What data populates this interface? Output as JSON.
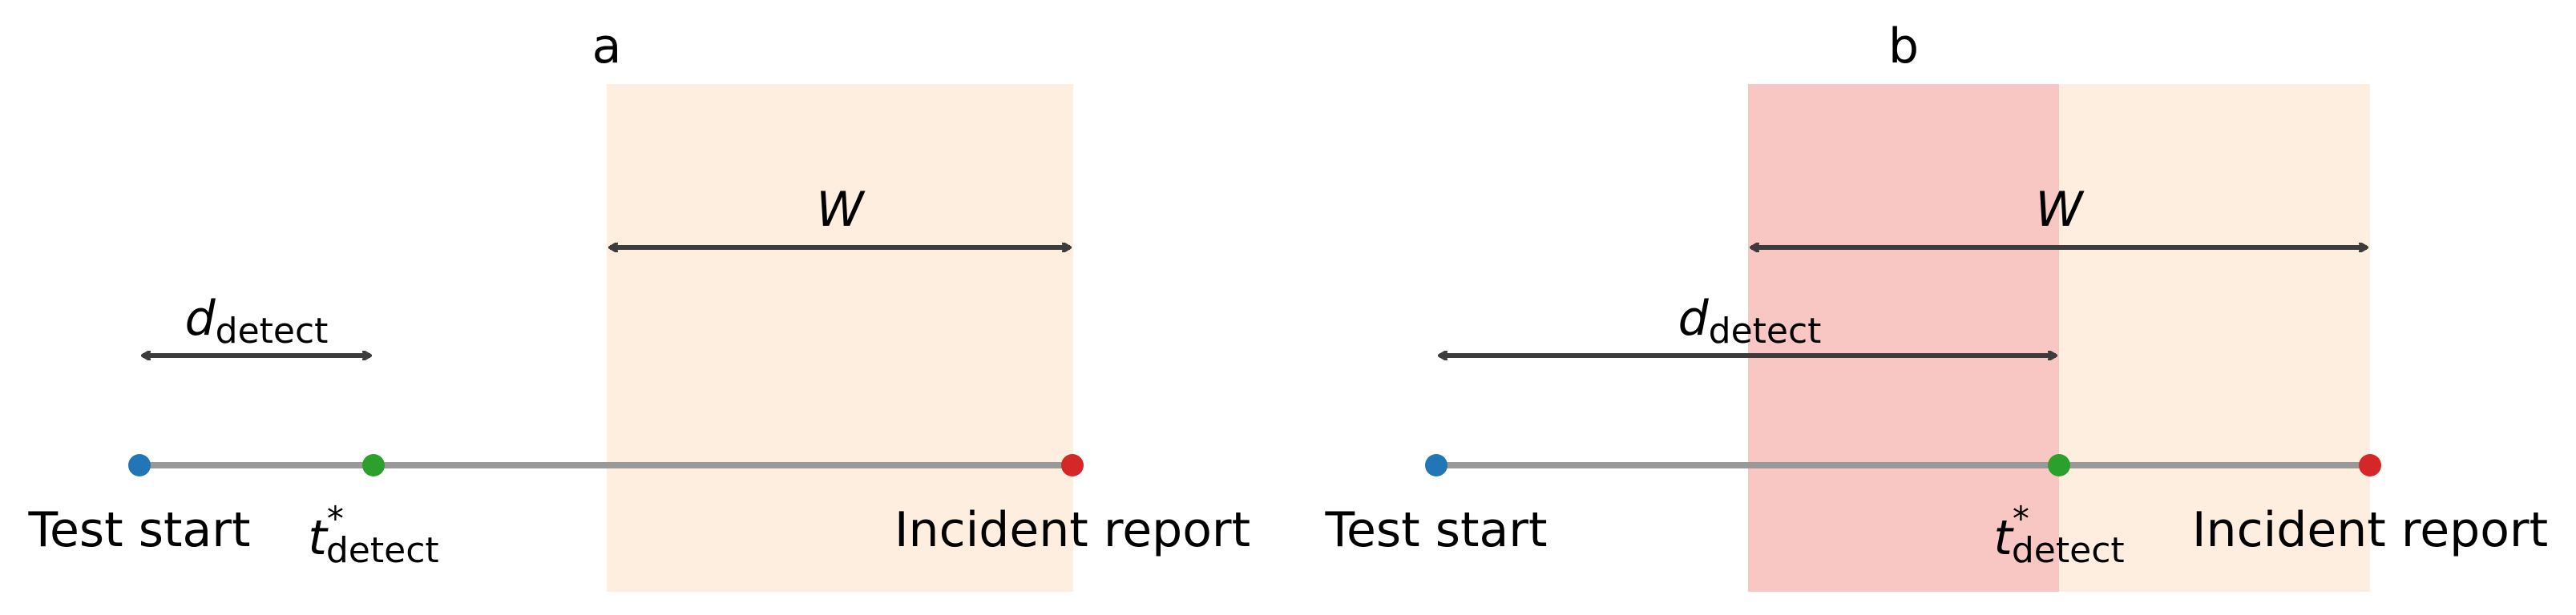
{
  "colors": {
    "window_light": "#fdeee0",
    "window_overlap": "#f8c7c4",
    "timeline": "#999999",
    "arrow": "#3c3c3c",
    "start_point": "#2177b5",
    "detect_point": "#2ca02c",
    "incident_point": "#d62728"
  },
  "panels": [
    {
      "label": "a",
      "window_label": "W",
      "detect_label": {
        "main": "d",
        "sub": "detect"
      },
      "start_label": "Test start",
      "tdetect_label": {
        "main": "t",
        "sup": "*",
        "sub": "detect"
      },
      "incident_label": "Incident report"
    },
    {
      "label": "b",
      "window_label": "W",
      "detect_label": {
        "main": "d",
        "sub": "detect"
      },
      "start_label": "Test start",
      "tdetect_label": {
        "main": "t",
        "sup": "*",
        "sub": "detect"
      },
      "incident_label": "Incident report"
    }
  ]
}
